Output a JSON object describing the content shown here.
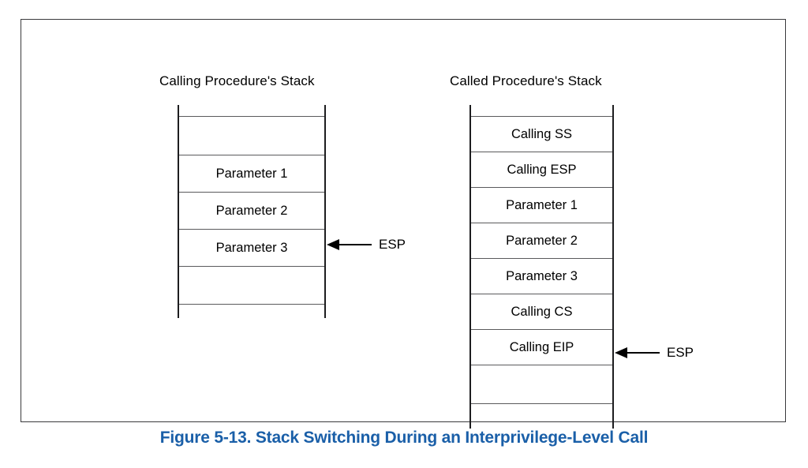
{
  "figure": {
    "caption": "Figure 5-13.  Stack Switching During an Interprivilege-Level Call",
    "caption_color": "#1a5fa8",
    "frame_color": "#3a3a3c",
    "line_color": "#1d1d1f"
  },
  "diagram": {
    "type": "stack-frame-diagram",
    "stacks": [
      {
        "id": "calling",
        "title": "Calling Procedure's Stack",
        "pointer": {
          "label": "ESP",
          "points_to_row_index": 4
        },
        "rows": [
          {
            "label": "",
            "divider_top": false,
            "partial": true
          },
          {
            "label": "",
            "divider_top": true,
            "partial": false
          },
          {
            "label": "Parameter 1",
            "divider_top": true,
            "partial": false
          },
          {
            "label": "Parameter 2",
            "divider_top": true,
            "partial": false
          },
          {
            "label": "Parameter 3",
            "divider_top": true,
            "partial": false
          },
          {
            "label": "",
            "divider_top": true,
            "partial": false
          },
          {
            "label": "",
            "divider_top": true,
            "partial": true
          }
        ]
      },
      {
        "id": "called",
        "title": "Called Procedure's Stack",
        "pointer": {
          "label": "ESP",
          "points_to_row_index": 7
        },
        "rows": [
          {
            "label": "",
            "divider_top": false,
            "partial": true
          },
          {
            "label": "Calling SS",
            "divider_top": true,
            "partial": false
          },
          {
            "label": "Calling ESP",
            "divider_top": true,
            "partial": false
          },
          {
            "label": "Parameter 1",
            "divider_top": true,
            "partial": false
          },
          {
            "label": "Parameter 2",
            "divider_top": true,
            "partial": false
          },
          {
            "label": "Parameter 3",
            "divider_top": true,
            "partial": false
          },
          {
            "label": "Calling CS",
            "divider_top": true,
            "partial": false
          },
          {
            "label": "Calling EIP",
            "divider_top": true,
            "partial": false
          },
          {
            "label": "",
            "divider_top": true,
            "partial": false
          },
          {
            "label": "",
            "divider_top": true,
            "partial": true
          }
        ]
      }
    ]
  }
}
